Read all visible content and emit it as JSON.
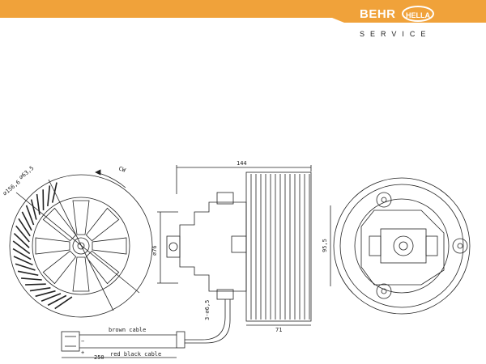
{
  "brand": {
    "name_left": "BEHR",
    "name_right": "HELLA",
    "tagline": "SERVICE",
    "accent_color": "#f0a23a"
  },
  "drawing": {
    "rotation_label": "CW",
    "dim_outer_diameter": "⌀156,6",
    "dim_hub_diameter": "⌀63,5",
    "dim_overall_length": "144",
    "dim_body_height": "⌀76",
    "dim_hole": "3-⌀6,5",
    "dim_impeller_length": "71",
    "dim_flange": "95,5",
    "cable_brown": "brown cable",
    "cable_red_black": "red black cable",
    "cable_length": "250",
    "terminal_minus": "−",
    "terminal_plus": "+"
  }
}
